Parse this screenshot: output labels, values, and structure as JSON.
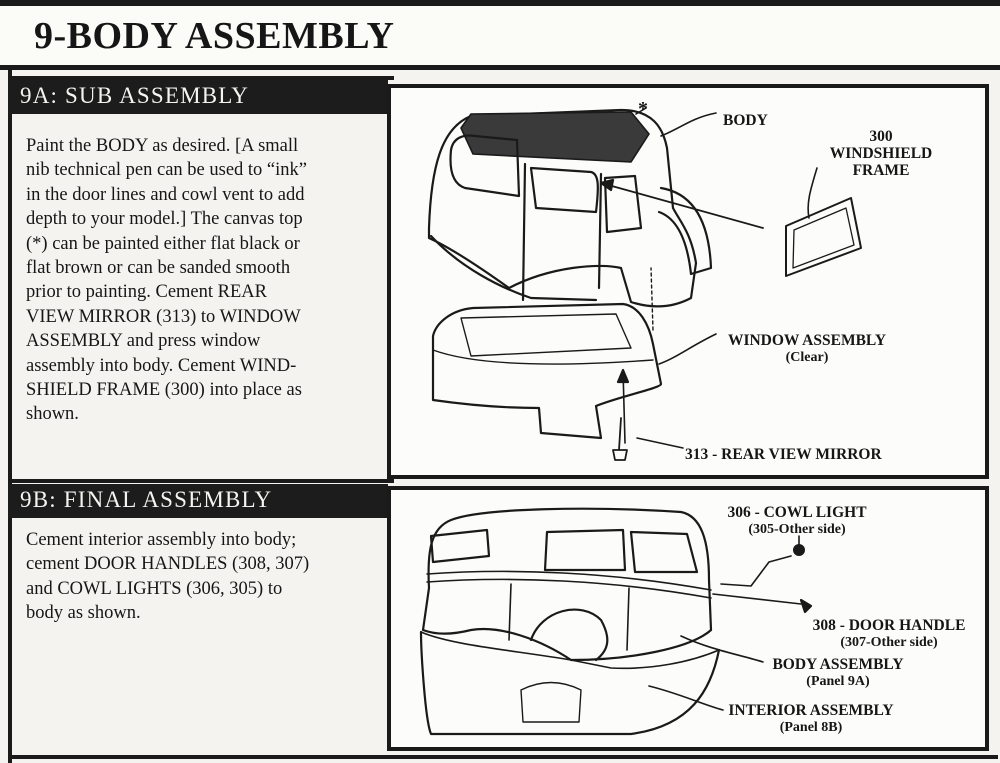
{
  "page": {
    "title": "9-BODY ASSEMBLY"
  },
  "section_a": {
    "heading": "9A: SUB ASSEMBLY",
    "lines": [
      "Paint the BODY as desired. [A small",
      "nib technical pen can be used to “ink”",
      "in the door lines and cowl vent to add",
      "depth to your model.] The canvas top",
      "(*) can be painted either flat black or",
      "flat brown or can be sanded smooth",
      "prior to painting. Cement REAR",
      "VIEW MIRROR (313) to WINDOW",
      "ASSEMBLY and press window",
      "assembly into body. Cement WIND-",
      "SHIELD FRAME (300) into place as",
      "shown."
    ],
    "callouts": {
      "star": "*",
      "body": "BODY",
      "windshield_num": "300",
      "windshield_l1": "WINDSHIELD",
      "windshield_l2": "FRAME",
      "window_assembly": "WINDOW ASSEMBLY",
      "window_assembly_sub": "(Clear)",
      "mirror": "313 - REAR VIEW MIRROR"
    }
  },
  "section_b": {
    "heading": "9B: FINAL ASSEMBLY",
    "lines": [
      "Cement interior assembly into body;",
      "cement DOOR HANDLES (308, 307)",
      "and COWL LIGHTS (306, 305) to",
      "body as shown."
    ],
    "callouts": {
      "cowl_light": "306 - COWL LIGHT",
      "cowl_light_sub": "(305-Other side)",
      "door_handle": "308 - DOOR HANDLE",
      "door_handle_sub": "(307-Other side)",
      "body_assembly": "BODY ASSEMBLY",
      "body_assembly_sub": "(Panel 9A)",
      "interior_assembly": "INTERIOR ASSEMBLY",
      "interior_assembly_sub": "(Panel 8B)"
    }
  }
}
